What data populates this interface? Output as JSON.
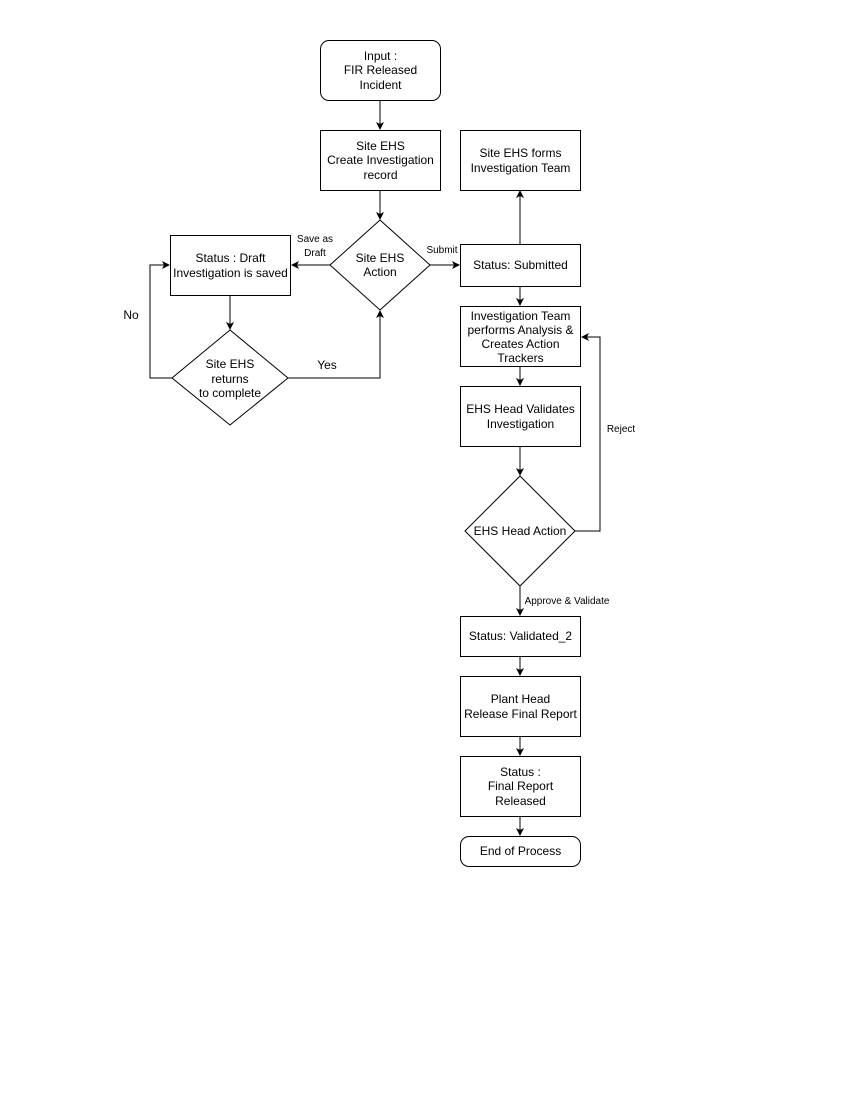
{
  "nodes": {
    "input": "Input :\nFIR Released\nIncident",
    "create_record": "Site EHS\nCreate Investigation\nrecord",
    "action_decision": "Site EHS\nAction",
    "draft_status": "Status : Draft\nInvestigation is saved",
    "returns_decision": "Site EHS\nreturns\nto complete",
    "forms_team": "Site EHS forms\nInvestigation Team",
    "submitted_status": "Status: Submitted",
    "analysis": "Investigation Team\nperforms Analysis &\nCreates Action\nTrackers",
    "validates": "EHS Head Validates\nInvestigation",
    "head_action": "EHS Head Action",
    "validated_status": "Status: Validated_2",
    "plant_head": "Plant Head\nRelease Final Report",
    "final_status": "Status :\nFinal Report\nReleased",
    "end": "End of Process"
  },
  "edge_labels": {
    "save_as_draft": "Save as\nDraft",
    "submit": "Submit",
    "no": "No",
    "yes": "Yes",
    "reject": "Reject",
    "approve": "Approve & Validate"
  }
}
